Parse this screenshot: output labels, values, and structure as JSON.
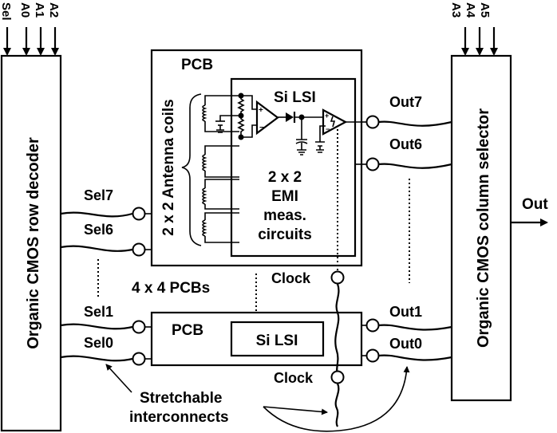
{
  "diagram": {
    "row_decoder": {
      "label": "Organic CMOS row decoder",
      "inputs": [
        "Sel",
        "A0",
        "A1",
        "A2"
      ]
    },
    "column_selector": {
      "label": "Organic CMOS column selector",
      "inputs": [
        "A3",
        "A4",
        "A5"
      ],
      "output": "Out"
    },
    "top_pcb": {
      "label": "PCB",
      "antenna_label": "2 x 2 Antenna coils",
      "lsi_label": "Si LSI",
      "emi_label": [
        "2 x 2",
        "EMI",
        "meas.",
        "circuits"
      ]
    },
    "bottom_pcb": {
      "label": "PCB",
      "lsi_label": "Si LSI"
    },
    "array_label": "4 x 4 PCBs",
    "sel_lines": [
      "Sel7",
      "Sel6",
      "Sel1",
      "Sel0"
    ],
    "out_lines": [
      "Out7",
      "Out6",
      "Out1",
      "Out0"
    ],
    "clock_labels": [
      "Clock",
      "Clock"
    ],
    "annotation": [
      "Stretchable",
      "interconnects"
    ]
  }
}
